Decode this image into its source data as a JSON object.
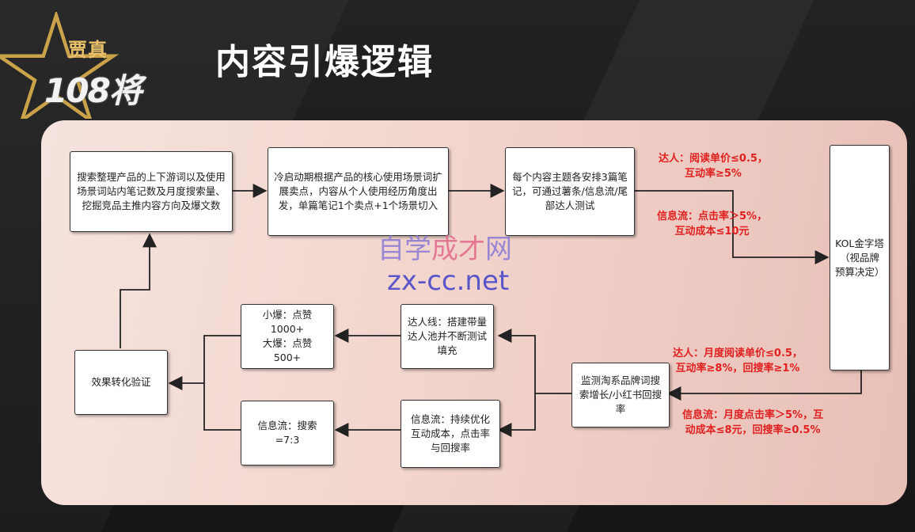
{
  "logo": {
    "top_text": "贾真",
    "big_text": "108将"
  },
  "title": "内容引爆逻辑",
  "watermark": {
    "line1_a": "自学",
    "line1_b": "成才",
    "line1_c": "网",
    "line2": "zx-cc.net"
  },
  "boxes": {
    "search": "搜索整理产品的上下游词以及使用场景词站内笔记数及月度搜索量、挖掘竞品主推内容方向及爆文数",
    "coldstart": "冷启动期根据产品的核心使用场景词扩展卖点，内容从个人使用经历角度出发，单篇笔记1个卖点+1个场景切入",
    "topics": "每个内容主题各安排3篇笔记，可通过薯条/信息流/尾部达人测试",
    "kol": "KOL金字塔（视品牌预算决定）",
    "monitor": "监测淘系品牌词搜索增长/小红书回搜率",
    "kol_line": "达人线：搭建带量达人池并不断测试填充",
    "feed_line": "信息流：持续优化互动成本，点击率与回搜率",
    "small_burst_1": "小爆：点赞",
    "small_burst_2": "1000+",
    "big_burst_1": "大爆：点赞",
    "big_burst_2": "500+",
    "ratio_1": "信息流：搜索",
    "ratio_2": "=7:3",
    "verify": "效果转化验证"
  },
  "annotations": {
    "talent_read_1": "达人：阅读单价≤0.5，",
    "talent_read_2": "互动率≥5%",
    "feed_click_1": "信息流：点击率＞5%，",
    "feed_click_2": "互动成本≤10元",
    "talent_month_1": "达人：月度阅读单价≤0.5，",
    "talent_month_2": "互动率≥8%，回搜率≥1%",
    "feed_month_1": "信息流：月度点击率＞5%，互",
    "feed_month_2": "动成本≤8元，回搜率≥0.5%"
  },
  "colors": {
    "annotation_red": "#e02020",
    "title_white": "#ffffff",
    "logo_gold": "#e8c06a"
  }
}
